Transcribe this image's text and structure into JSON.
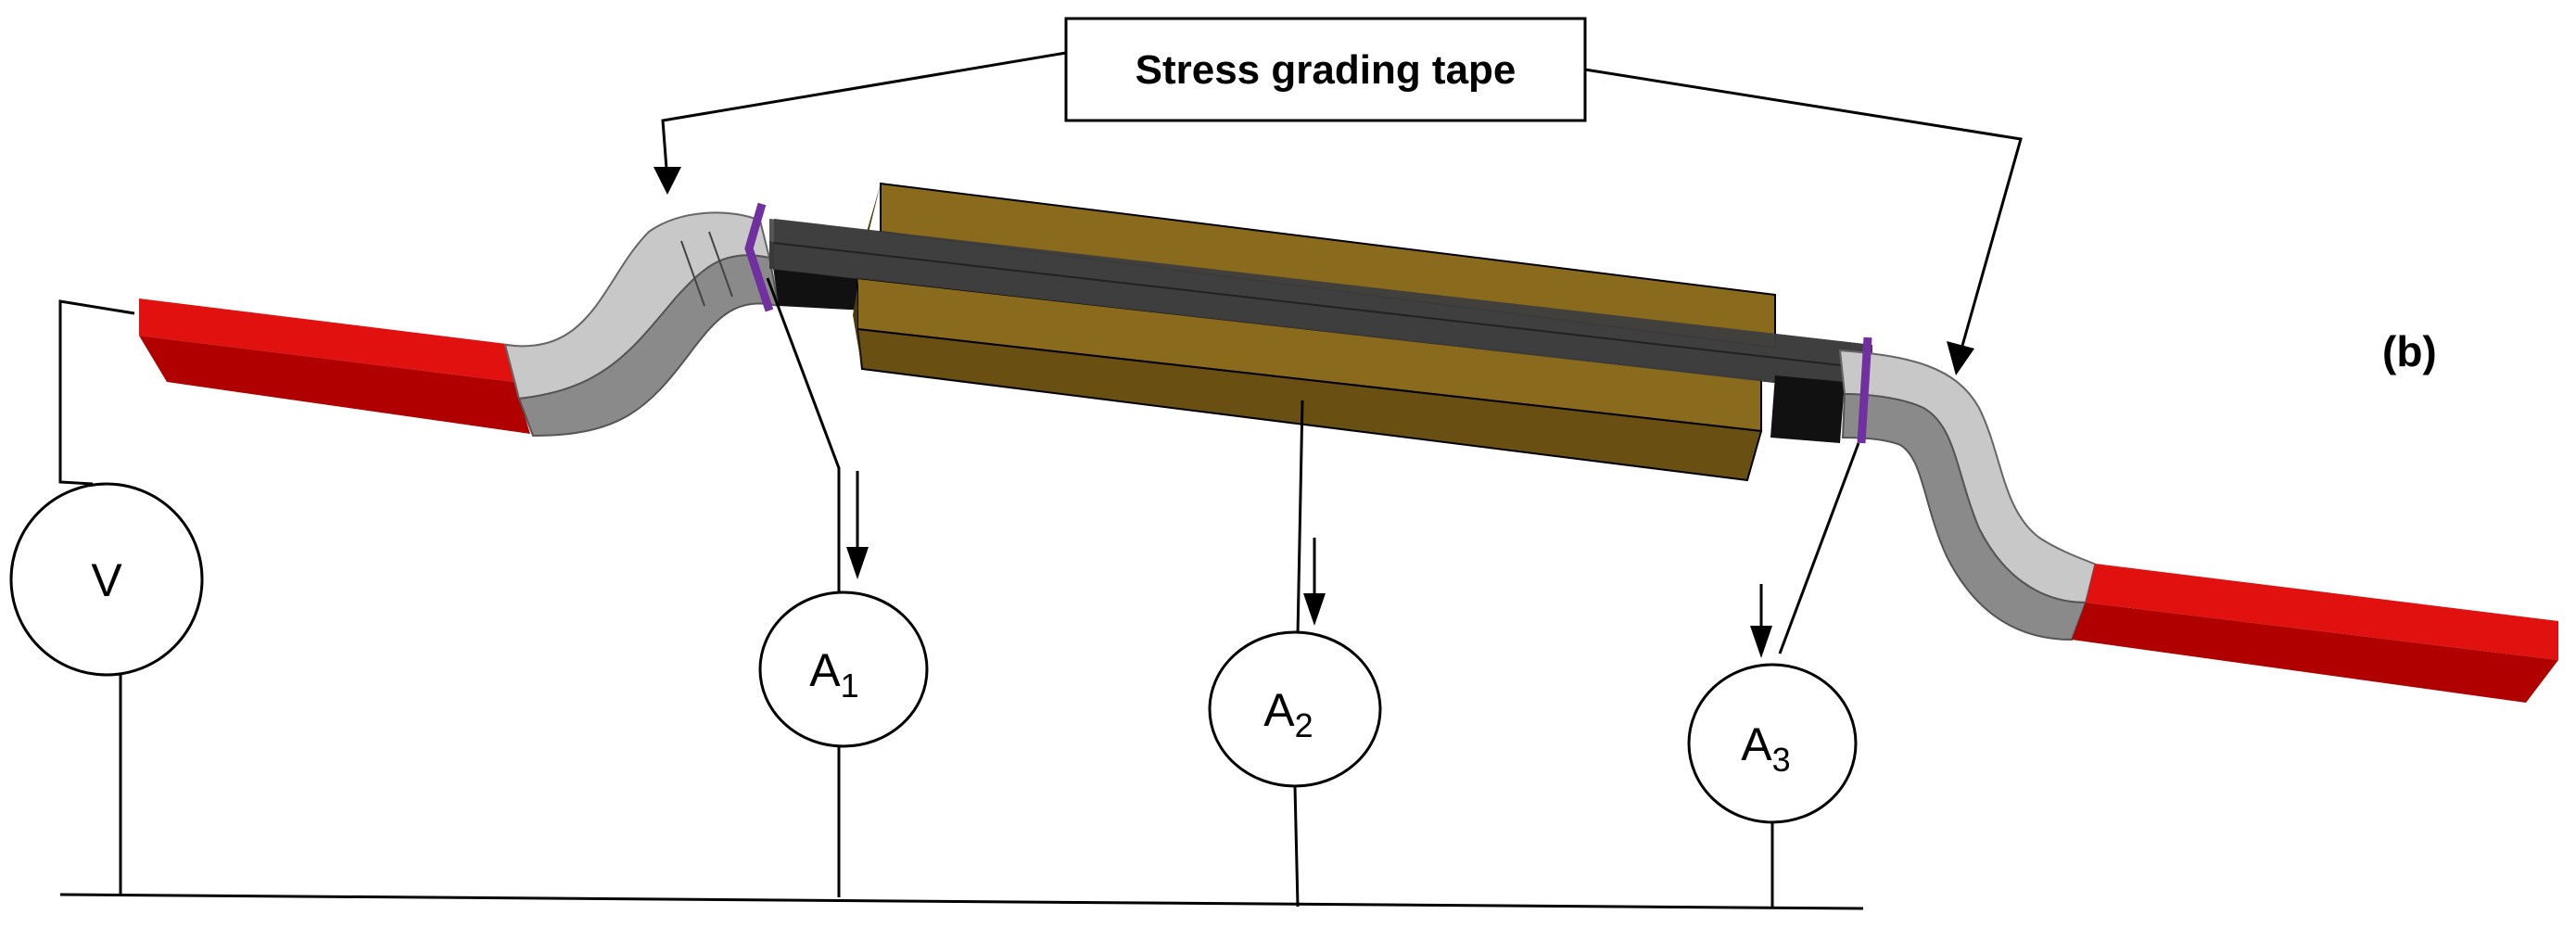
{
  "figure": {
    "panel_label": "(b)",
    "callout_label": "Stress grading tape",
    "meters": [
      {
        "id": "V",
        "symbol": "V",
        "subscript": ""
      },
      {
        "id": "A1",
        "symbol": "A",
        "subscript": "1"
      },
      {
        "id": "A2",
        "symbol": "A",
        "subscript": "2"
      },
      {
        "id": "A3",
        "symbol": "A",
        "subscript": "3"
      }
    ]
  },
  "colors": {
    "conductor_red": "#e0110f",
    "conductor_red_dark": "#b00000",
    "tape_light": "#c8c8c8",
    "tape_dark": "#8a8a8a",
    "core_bar": "#3a3a3a",
    "slot_top": "#8a6a1c",
    "slot_front": "#6a4f12",
    "grading_mark": "#7030a0"
  }
}
